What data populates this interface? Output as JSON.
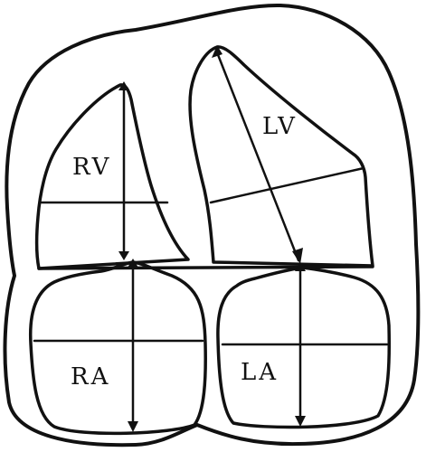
{
  "diagram": {
    "chambers": {
      "rv": {
        "label": "RV"
      },
      "lv": {
        "label": "LV"
      },
      "ra": {
        "label": "RA"
      },
      "la": {
        "label": "LA"
      }
    }
  }
}
